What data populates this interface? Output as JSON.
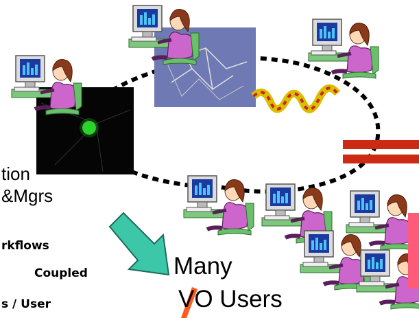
{
  "labels": {
    "l1": "tion",
    "l2": "&Mgrs",
    "l3": "rkflows",
    "l4": "Coupled",
    "l5": "s / User",
    "many": "Many",
    "vo": "VO Users"
  },
  "colors": {
    "dash": "#000000",
    "arrow": "#3cc8a8",
    "arrow_stroke": "#1e6a5c",
    "red_bar": "#cc2a12",
    "slash": "#ff5a1e",
    "pink_box": "#ff5a78",
    "blouse": "#cc66cc",
    "hair": "#8a3a1a",
    "skin": "#ffd8b8",
    "chair": "#6abf6a",
    "monitor": "#dcdcdc"
  },
  "icons": [
    "computer-user-icon",
    "green-particle-image",
    "molecule-image",
    "protein-ribbon-image"
  ]
}
